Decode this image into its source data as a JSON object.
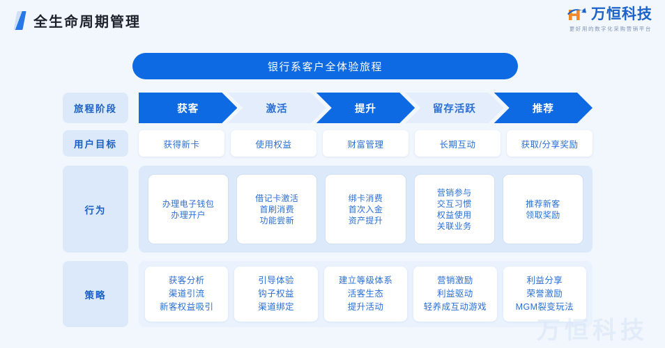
{
  "header": {
    "title": "全生命周期管理",
    "accent_color": "#2878e8",
    "logo": {
      "name": "万恒科技",
      "tagline": "更好用的数字化采购营销平台",
      "mark_colors": {
        "letter": "#f08a24",
        "swoosh": "#1b63c8"
      }
    }
  },
  "banner": {
    "text": "银行系客户全体验旅程",
    "color": "#0d6ae2"
  },
  "rows": {
    "stage": {
      "label": "旅程阶段",
      "items": [
        {
          "label": "获客",
          "tone": "dark"
        },
        {
          "label": "激活",
          "tone": "light"
        },
        {
          "label": "提升",
          "tone": "dark"
        },
        {
          "label": "留存活跃",
          "tone": "light"
        },
        {
          "label": "推荐",
          "tone": "dark"
        }
      ]
    },
    "goal": {
      "label": "用户目标",
      "items": [
        {
          "label": "获得新卡"
        },
        {
          "label": "使用权益"
        },
        {
          "label": "财富管理"
        },
        {
          "label": "长期互动"
        },
        {
          "label": "获取/分享奖励"
        }
      ]
    },
    "behavior": {
      "label": "行为",
      "items": [
        {
          "lines": [
            "办理电子钱包",
            "办理开户"
          ]
        },
        {
          "lines": [
            "借记卡激活",
            "首刷消费",
            "功能尝新"
          ]
        },
        {
          "lines": [
            "绑卡消费",
            "首次入金",
            "资产提升"
          ]
        },
        {
          "lines": [
            "营销参与",
            "交互习惯",
            "权益使用",
            "关联业务"
          ]
        },
        {
          "lines": [
            "推荐新客",
            "领取奖励"
          ]
        }
      ]
    },
    "strategy": {
      "label": "策略",
      "items": [
        {
          "lines": [
            "获客分析",
            "渠道引流",
            "新客权益吸引"
          ]
        },
        {
          "lines": [
            "引导体验",
            "钩子权益",
            "渠道绑定"
          ]
        },
        {
          "lines": [
            "建立等级体系",
            "活客生态",
            "提升活动"
          ]
        },
        {
          "lines": [
            "营销激励",
            "利益驱动",
            "轻养成互动游戏"
          ]
        },
        {
          "lines": [
            "利益分享",
            "荣誉激励",
            "MGM裂变玩法"
          ]
        }
      ]
    }
  },
  "watermark": {
    "text": "万恒科技"
  },
  "theme": {
    "page_background": "#f2f6fd",
    "primary": "#0d6ae2",
    "label_background": "#dce9fa",
    "text_blue": "#2a6fd6"
  }
}
